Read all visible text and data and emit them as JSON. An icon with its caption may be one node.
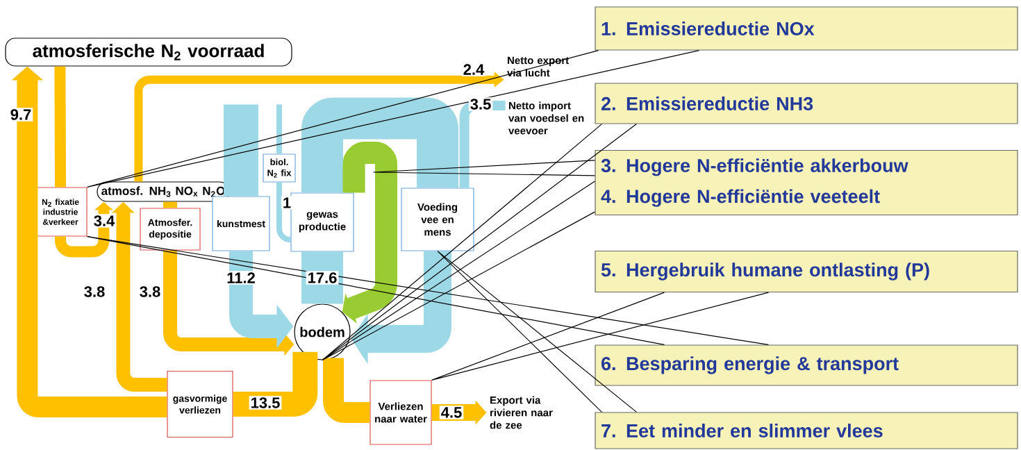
{
  "diagram": {
    "nodes": [
      {
        "text": [
          "atmosferische N$_{2}$ voorraad"
        ]
      },
      {
        "text": [
          "atmosf. NH$_{3}$ NO$_{x}$ N$_{2}$O"
        ]
      },
      {
        "text": [
          "N$_{2}$ fixatie industrie &verkeer"
        ]
      },
      {
        "text": [
          "Atmosfer. depositie"
        ]
      },
      {
        "text": [
          "kunstmest"
        ]
      },
      {
        "text": [
          "biol. N$_{2}$ fix"
        ]
      },
      {
        "text": [
          "gewas productie"
        ]
      },
      {
        "text": [
          "Voeding vee en mens"
        ]
      },
      {
        "text": [
          "bodem"
        ]
      },
      {
        "text": [
          "gasvormige verliezen"
        ]
      },
      {
        "text": [
          "Verliezen naar water"
        ]
      },
      {
        "text": [
          "1. Emissiereductie NOx"
        ]
      },
      {
        "text": [
          "2. Emissiereductie NH3"
        ]
      },
      {
        "text": [
          "3. Hogere N-efficiëntie akkerbouw",
          "4. Hogere N-efficiëntie veeteelt"
        ]
      },
      {
        "text": [
          "5. Hergebruik humane ontlasting (P)"
        ]
      },
      {
        "text": [
          "6. Besparing energie & transport"
        ]
      },
      {
        "text": [
          "7. Eet minder en slimmer vlees"
        ]
      },
      {
        "text": [
          "Netto export via lucht"
        ]
      },
      {
        "text": [
          "Netto import van voedsel en veevoer"
        ]
      },
      {
        "text": [
          "Export via rivieren naar de zee"
        ]
      }
    ],
    "edges": [
      {
        "from": 9,
        "to": 0,
        "arrow": "to",
        "label": "9.7",
        "style": "thick",
        "color": "#ffc000"
      },
      {
        "from": 9,
        "to": 1,
        "arrow": "to",
        "label": "3.8",
        "color": "#ffc000"
      },
      {
        "from": 0,
        "to": 2,
        "arrow": "none",
        "color": "#ffc000"
      },
      {
        "from": 2,
        "to": 1,
        "arrow": "to",
        "label": "3.4",
        "color": "#ffc000"
      },
      {
        "from": 1,
        "to": 3,
        "arrow": "none",
        "color": "#ffc000"
      },
      {
        "from": 3,
        "to": 8,
        "arrow": "to",
        "label": "3.8",
        "color": "#ffc000"
      },
      {
        "from": 1,
        "to": 17,
        "arrow": "to",
        "label": "2.4",
        "color": "#ffc000"
      },
      {
        "from": 8,
        "to": 9,
        "arrow": "none",
        "label": "13.5",
        "style": "thick",
        "color": "#ffc000"
      },
      {
        "from": 8,
        "to": 10,
        "arrow": "none",
        "style": "thick",
        "color": "#ffc000"
      },
      {
        "from": 10,
        "to": 19,
        "arrow": "to",
        "label": "4.5",
        "color": "#ffc000"
      },
      {
        "from": null,
        "to": 4,
        "arrow": "none",
        "style": "thick",
        "color": "#9dd8e6"
      },
      {
        "from": null,
        "to": 5,
        "arrow": "none",
        "color": "#9dd8e6"
      },
      {
        "from": 4,
        "to": 8,
        "arrow": "to",
        "label": "11.2",
        "style": "thick",
        "color": "#9dd8e6"
      },
      {
        "from": 5,
        "to": 6,
        "arrow": "none",
        "label": "1",
        "color": "#9dd8e6"
      },
      {
        "from": 8,
        "to": 6,
        "arrow": "none",
        "label": "17.6",
        "style": "thick",
        "color": "#9dd8e6"
      },
      {
        "from": 6,
        "to": 7,
        "arrow": "none",
        "style": "thick",
        "color": "#9dd8e6"
      },
      {
        "from": 7,
        "to": 8,
        "arrow": "to",
        "style": "thick",
        "color": "#9dd8e6"
      },
      {
        "from": 18,
        "to": 7,
        "arrow": "none",
        "label": "3.5",
        "color": "#9dd8e6"
      },
      {
        "from": 6,
        "to": 8,
        "arrow": "to",
        "style": "thick",
        "color": "#99cc33"
      },
      {
        "from": 11,
        "to": 2,
        "arrow": "none",
        "color": "#000000"
      },
      {
        "from": 12,
        "to": 8,
        "arrow": "none",
        "color": "#000000"
      },
      {
        "from": 13,
        "to": null,
        "arrow": "none",
        "color": "#000000"
      },
      {
        "from": 13,
        "to": 8,
        "arrow": "none",
        "color": "#000000"
      },
      {
        "from": 14,
        "to": 10,
        "arrow": "none",
        "color": "#000000"
      },
      {
        "from": 15,
        "to": 2,
        "arrow": "none",
        "color": "#000000"
      },
      {
        "from": 16,
        "to": 7,
        "arrow": "none",
        "color": "#000000"
      }
    ]
  }
}
